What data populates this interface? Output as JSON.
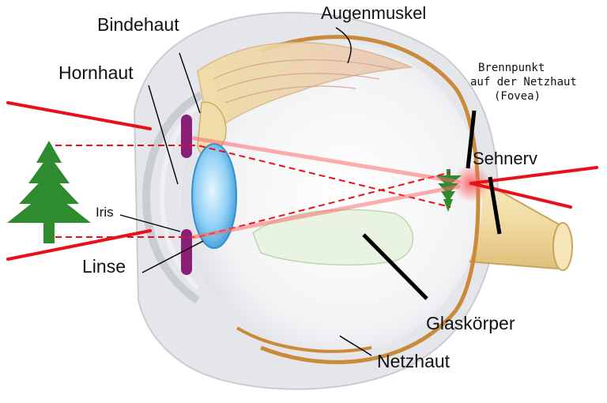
{
  "labels": {
    "bindehaut": "Bindehaut",
    "augenmuskel": "Augenmuskel",
    "hornhaut": "Hornhaut",
    "brennpunkt_1": "Brennpunkt",
    "brennpunkt_2": "auf der Netzhaut",
    "brennpunkt_3": "(Fovea)",
    "sehnerv": "Sehnerv",
    "iris": "Iris",
    "linse": "Linse",
    "glaskoerper": "Glaskörper",
    "netzhaut": "Netzhaut"
  },
  "colors": {
    "ray": "#e8101a",
    "tree": "#2e8b2e",
    "iris": "#8a1f78",
    "lens": "#4aa8e0",
    "sclera_edge": "#c98a3c",
    "nerve": "#f3e0b0"
  },
  "icons": {
    "object": "tree-icon",
    "image": "inverted-tree-icon"
  }
}
